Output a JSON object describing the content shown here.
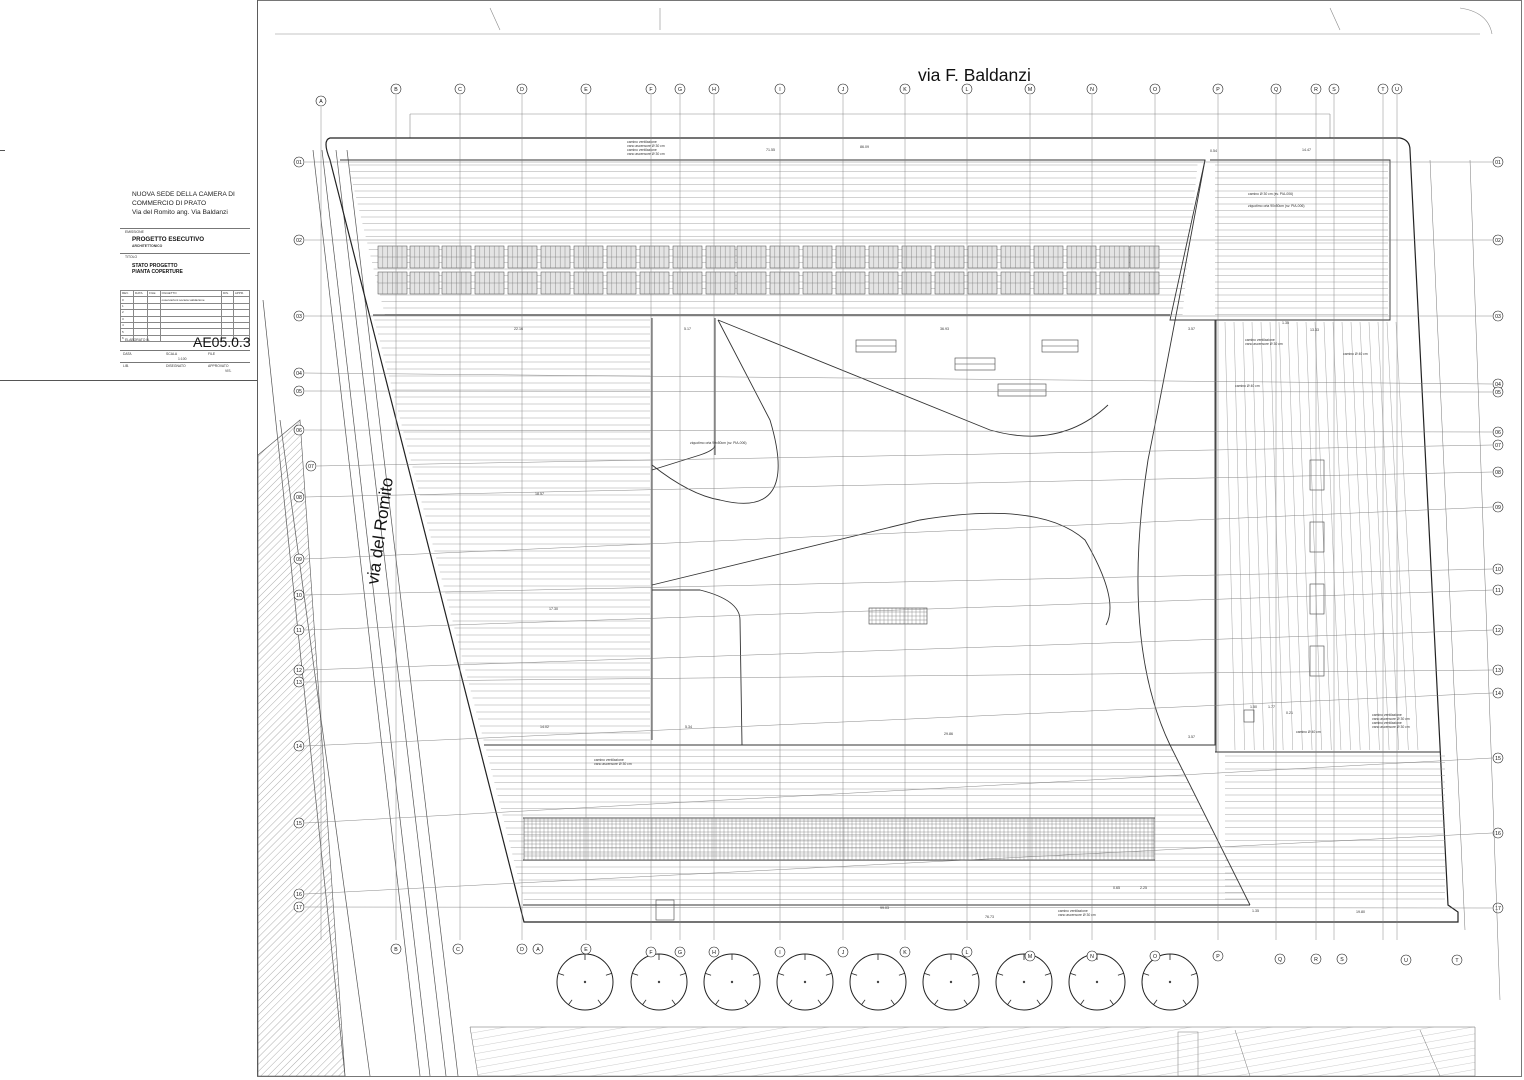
{
  "title_block": {
    "project_lines": [
      "NUOVA SEDE DELLA CAMERA DI",
      "COMMERCIO DI PRATO",
      "Via del Romito ang. Via Baldanzi"
    ],
    "emission_label": "EMISSIONE",
    "emission_value": "PROGETTO ESECUTIVO",
    "emission_sub": "ARCHITETTONICO",
    "title_label": "TITOLO",
    "title_lines": [
      "STATO PROGETTO",
      "PIANTA COPERTURE"
    ],
    "revision_headers": [
      "REV.",
      "DATA",
      "FILE",
      "OGGETTO",
      "DIS.",
      "APPR."
    ],
    "revision_rows": [
      [
        "0",
        "",
        "",
        "osservazioni societa validazione",
        "",
        ""
      ],
      [
        "1",
        "",
        "",
        "",
        "",
        ""
      ],
      [
        "2",
        "",
        "",
        "",
        "",
        ""
      ],
      [
        "3",
        "",
        "",
        "",
        "",
        ""
      ],
      [
        "4",
        "",
        "",
        "",
        "",
        ""
      ],
      [
        "5",
        "",
        "",
        "",
        "",
        ""
      ],
      [
        "6",
        "",
        "",
        "",
        "",
        ""
      ]
    ],
    "drawing_label": "ELABORATO N.",
    "sheet_code": "AE05.0.3",
    "data_label": "DATA",
    "scala_label": "SCALA",
    "scala_value": "1:100",
    "file_label": "FILE",
    "lib_label": "LIB.",
    "disegnato_label": "DISEGNATO",
    "approvato_label": "APPROVATO",
    "approvato_value": "VIS."
  },
  "streets": {
    "top": "via F. Baldanzi",
    "left": "via del Romito"
  },
  "grid_columns_top": [
    "A",
    "B",
    "C",
    "D",
    "E",
    "F",
    "G",
    "H",
    "I",
    "J",
    "K",
    "L",
    "M",
    "N",
    "O",
    "P",
    "Q",
    "R",
    "S",
    "T",
    "U"
  ],
  "grid_columns_bottom": [
    "B",
    "C",
    "D",
    "A",
    "E",
    "F",
    "G",
    "H",
    "I",
    "J",
    "K",
    "L",
    "M",
    "N",
    "O",
    "P",
    "Q",
    "R",
    "S",
    "U",
    "T"
  ],
  "grid_rows_left": [
    "01",
    "02",
    "03",
    "04",
    "05",
    "06",
    "07",
    "08",
    "09",
    "10",
    "11",
    "12",
    "13",
    "14",
    "15",
    "16",
    "17"
  ],
  "grid_rows_right": [
    "01",
    "02",
    "03",
    "04",
    "05",
    "06",
    "07",
    "08",
    "09",
    "10",
    "11",
    "12",
    "13",
    "14",
    "15",
    "16",
    "17"
  ],
  "annotations": [
    "camino ventilazione",
    "vano ascensore Ø 30 cm",
    "camino ventilazione",
    "vano ascensore Ø 30 cm",
    "camino Ø 30 cm (sv. PIA-006)",
    "ziquotimo orta 90x50cm (sv. PIA-006)",
    "camino ventilazione",
    "vano ascensore Ø 30 cm",
    "camino Ø 40 cm",
    "camino Ø 40 cm",
    "ziquotimo orta 90x50cm (sv. PIA-006)",
    "camino ventilazione",
    "vano ascensore Ø 30 cm",
    "camino Ø 40 cm",
    "camino ventilazione",
    "vano ascensore Ø 30 cm",
    "camino ventilazione",
    "vano ascensore Ø 30 cm",
    "camino ventilazione",
    "vano ascensore Ø 30 cm"
  ],
  "dimensions": [
    "71.55",
    "86.09",
    "0.54",
    "14.47",
    "22.16",
    "5.17",
    "36.93",
    "3.57",
    "1.35",
    "13.33",
    "18.57",
    "17.30",
    "14.02",
    "5.34",
    "29.86",
    "3.57",
    "1.50",
    "99.03",
    "76.73",
    "19.80",
    "0.65",
    "2.25",
    "1.35",
    "0.21",
    "1.77"
  ],
  "colors": {
    "ink": "#1a1a1a",
    "line": "#444444",
    "light_line": "#9a9a9a",
    "panel_fill": "#d8d8d8"
  }
}
